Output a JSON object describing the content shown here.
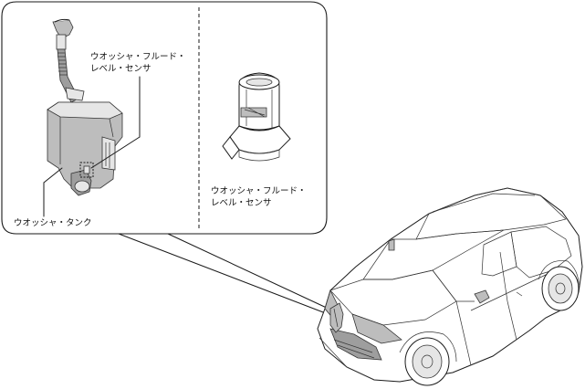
{
  "labels": {
    "sensor_left_line1": "ウオッシャ・フルード・",
    "sensor_left_line2": "レベル・センサ",
    "tank": "ウオッシャ・タンク",
    "sensor_right_line1": "ウオッシャ・フルード・",
    "sensor_right_line2": "レベル・センサ"
  },
  "colors": {
    "line": "#1a1a1a",
    "component_shade": "#bdbdbd",
    "background": "#ffffff"
  }
}
